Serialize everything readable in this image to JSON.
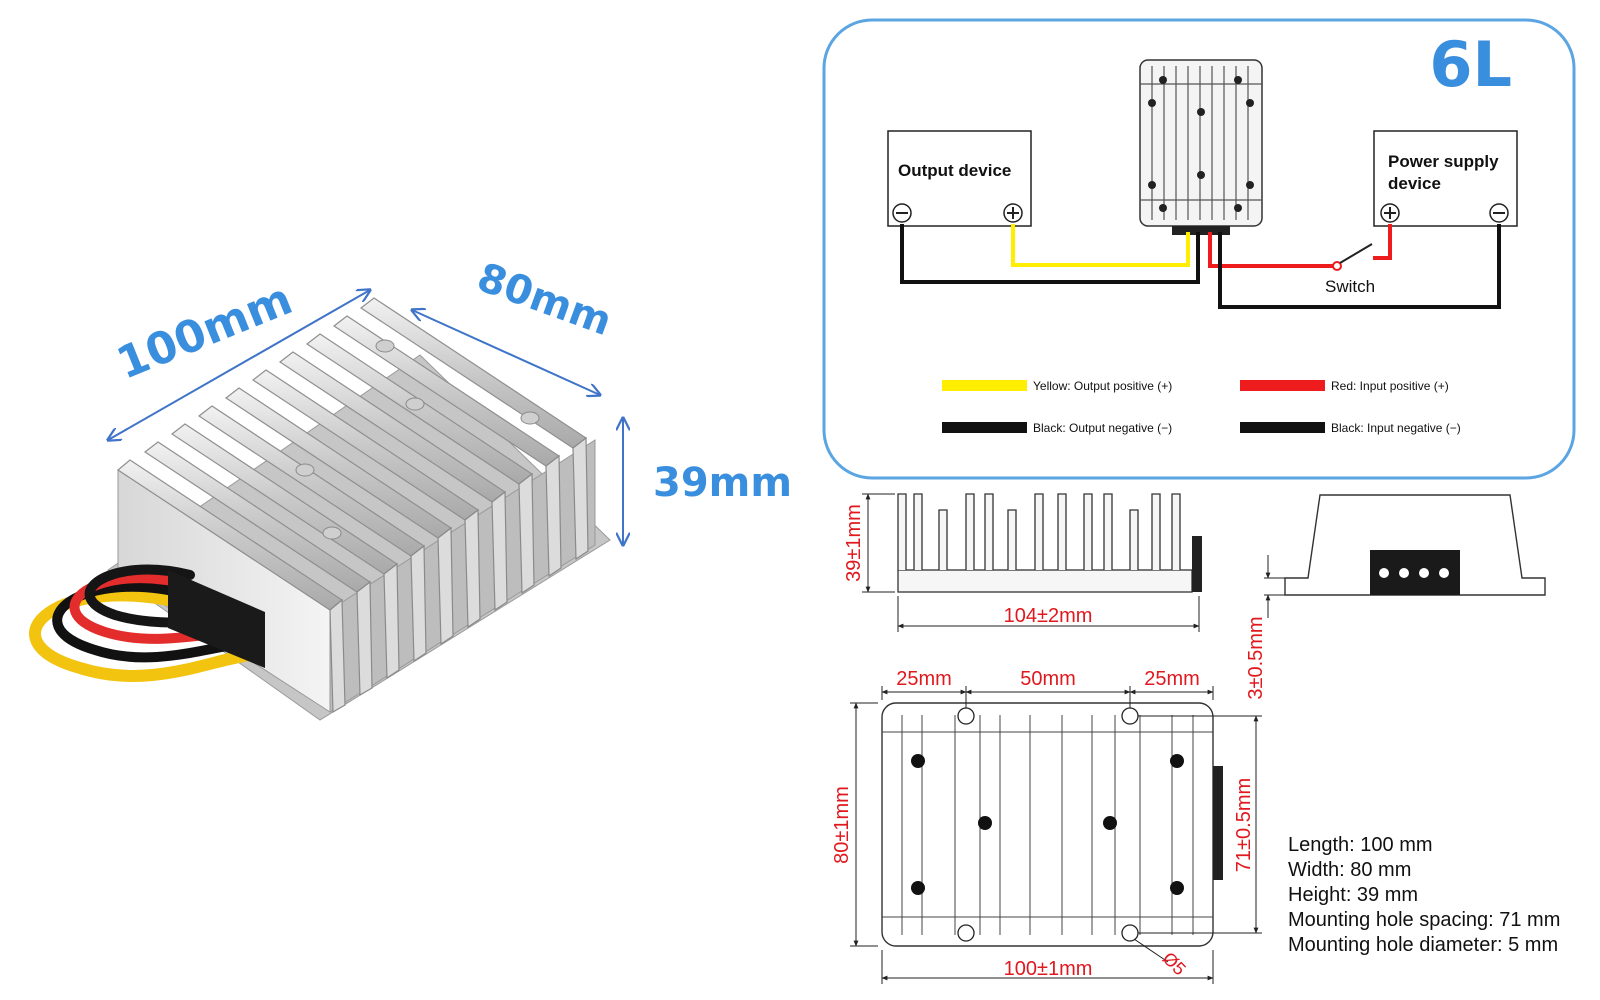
{
  "product_dimensions": {
    "length": "100mm",
    "width": "80mm",
    "height": "39mm"
  },
  "wiring_diagram": {
    "model": "6L",
    "output_device": "Output device",
    "power_supply_line1": "Power supply",
    "power_supply_line2": "device",
    "switch_label": "Switch",
    "legend": [
      {
        "color": "#ffee00",
        "label": "Yellow: Output positive (+)"
      },
      {
        "color": "#ee1c1c",
        "label": "Red: Input positive (+)"
      },
      {
        "color": "#111111",
        "label": "Black: Output negative (−)"
      },
      {
        "color": "#111111",
        "label": "Black: Input negative (−)"
      }
    ]
  },
  "side_view": {
    "height_tol": "39±1mm",
    "length_tol": "104±2mm"
  },
  "end_view": {
    "flange_tol": "3±0.5mm"
  },
  "top_view": {
    "spacing_left": "25mm",
    "spacing_mid": "50mm",
    "spacing_right": "25mm",
    "width_tol": "80±1mm",
    "hole_spacing_tol": "71±0.5mm",
    "length_tol": "100±1mm",
    "hole_dia": "Ø5"
  },
  "specs": [
    "Length: 100 mm",
    "Width: 80 mm",
    "Height: 39 mm",
    "Mounting hole spacing: 71 mm",
    "Mounting hole diameter: 5 mm"
  ]
}
